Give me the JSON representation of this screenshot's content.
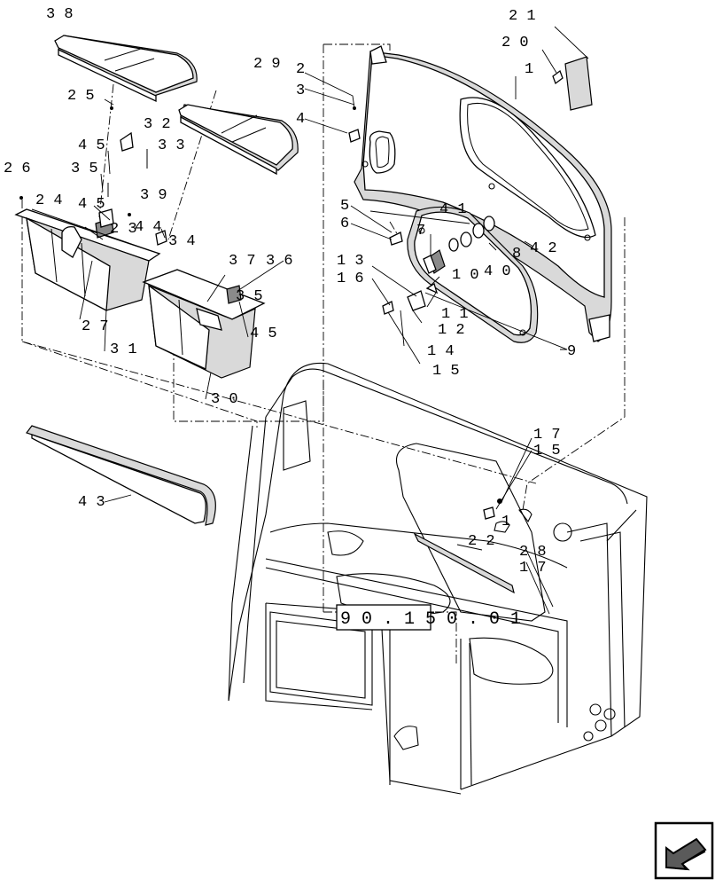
{
  "diagram": {
    "reference_box": "9 0 . 1 5 0 . 0 1",
    "callouts": [
      {
        "id": "c38",
        "text": "3 8"
      },
      {
        "id": "c25",
        "text": "2 5"
      },
      {
        "id": "c29",
        "text": "2 9"
      },
      {
        "id": "c32",
        "text": "3 2"
      },
      {
        "id": "c45a",
        "text": "4 5"
      },
      {
        "id": "c33",
        "text": "3 3"
      },
      {
        "id": "c35a",
        "text": "3 5"
      },
      {
        "id": "c26",
        "text": "2 6"
      },
      {
        "id": "c39",
        "text": "3 9"
      },
      {
        "id": "c24",
        "text": "2 4"
      },
      {
        "id": "c45b",
        "text": "4 5"
      },
      {
        "id": "c44",
        "text": "4 4"
      },
      {
        "id": "c23",
        "text": "2 3"
      },
      {
        "id": "c34",
        "text": "3 4"
      },
      {
        "id": "c37",
        "text": "3 7"
      },
      {
        "id": "c36",
        "text": "3 6"
      },
      {
        "id": "c35b",
        "text": "3 5"
      },
      {
        "id": "c45c",
        "text": "4 5"
      },
      {
        "id": "c27",
        "text": "2 7"
      },
      {
        "id": "c31",
        "text": "3 1"
      },
      {
        "id": "c30",
        "text": "3 0"
      },
      {
        "id": "c43",
        "text": "4 3"
      },
      {
        "id": "c21",
        "text": "2 1"
      },
      {
        "id": "c20",
        "text": "2 0"
      },
      {
        "id": "c1",
        "text": "1"
      },
      {
        "id": "c2",
        "text": "2"
      },
      {
        "id": "c3",
        "text": "3"
      },
      {
        "id": "c4",
        "text": "4"
      },
      {
        "id": "c5",
        "text": "5"
      },
      {
        "id": "c6",
        "text": "6"
      },
      {
        "id": "c41",
        "text": "4 1"
      },
      {
        "id": "c42",
        "text": "4 2"
      },
      {
        "id": "c7",
        "text": "7"
      },
      {
        "id": "c8",
        "text": "8"
      },
      {
        "id": "c40",
        "text": "4 0"
      },
      {
        "id": "c10",
        "text": "1 0"
      },
      {
        "id": "c13",
        "text": "1 3"
      },
      {
        "id": "c16",
        "text": "1 6"
      },
      {
        "id": "c11",
        "text": "1 1"
      },
      {
        "id": "c12",
        "text": "1 2"
      },
      {
        "id": "c14",
        "text": "1 4"
      },
      {
        "id": "c15a",
        "text": "1 5"
      },
      {
        "id": "c9",
        "text": "9"
      },
      {
        "id": "c17a",
        "text": "1 7"
      },
      {
        "id": "c15b",
        "text": "1 5"
      },
      {
        "id": "c1b",
        "text": "1"
      },
      {
        "id": "c22",
        "text": "2 2"
      },
      {
        "id": "c28",
        "text": "2 8"
      },
      {
        "id": "c17b",
        "text": "1 7"
      }
    ]
  },
  "navigation": {
    "icon": "arrow-left-down-icon"
  }
}
